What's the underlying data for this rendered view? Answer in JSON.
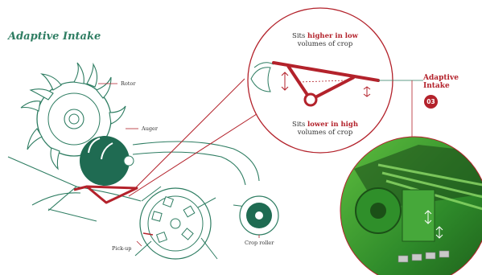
{
  "diagram": {
    "title": "Adaptive Intake",
    "labels": {
      "rotor": "Rotor",
      "auger": "Auger",
      "pickup": "Pick-up",
      "crop_roller": "Crop roller"
    },
    "callout": {
      "top_line1_pre": "Sits ",
      "top_line1_highlight": "higher in low",
      "top_line2": "volumes of crop",
      "bottom_line1_pre": "Sits ",
      "bottom_line1_highlight": "lower in high",
      "bottom_line2": "volumes of crop"
    },
    "side_title_line1": "Adaptive",
    "side_title_line2": "Intake",
    "badge_number": "03"
  },
  "colors": {
    "line_green": "#2e7d62",
    "dark_green": "#1f6b52",
    "accent_red": "#b3222b",
    "machine_green": "#3fa535"
  }
}
